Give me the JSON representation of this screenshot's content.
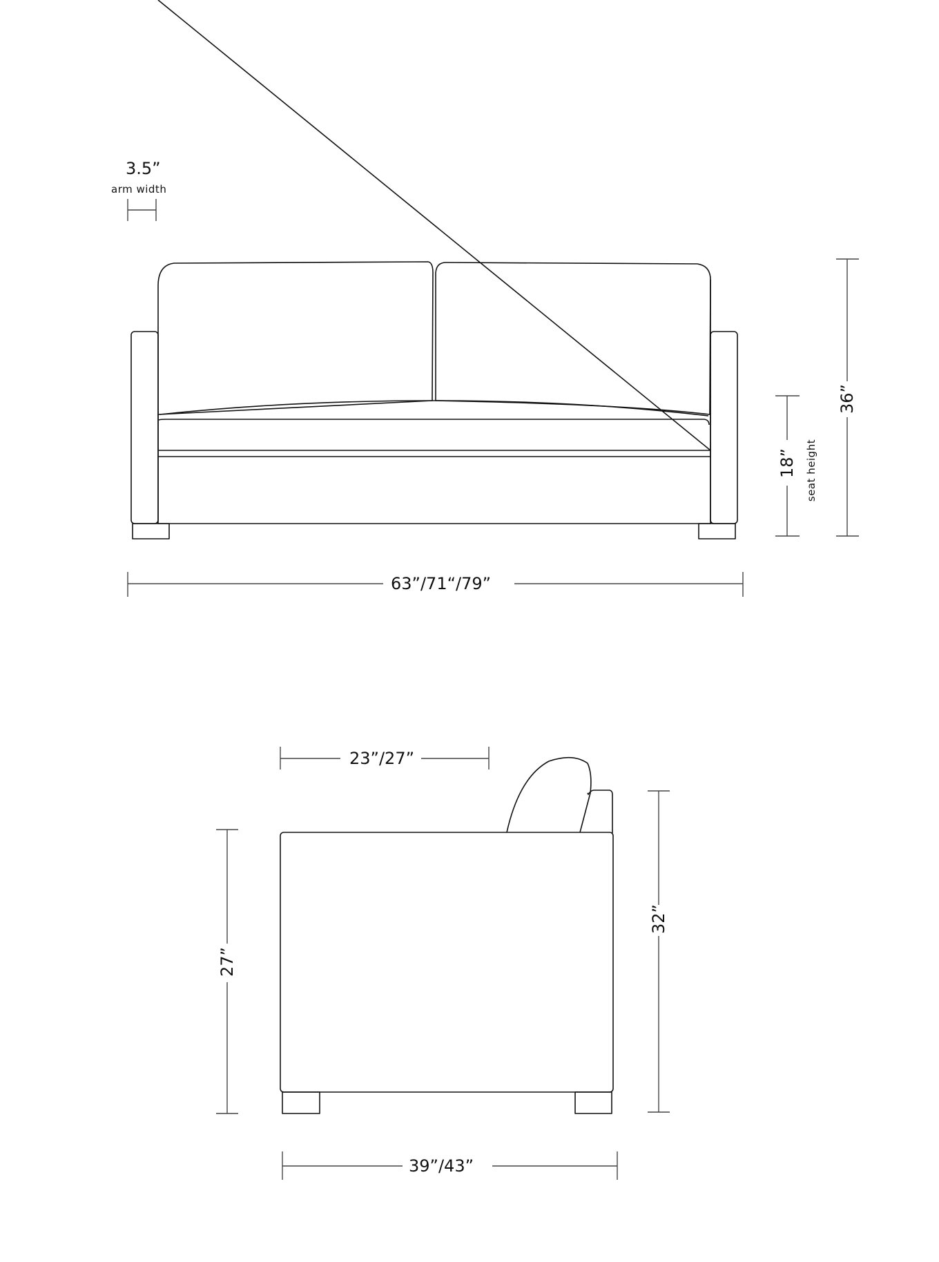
{
  "front_view": {
    "arm_width": {
      "value": "3.5”",
      "label": "arm width"
    },
    "overall_width": {
      "value": "63”/71“/79”"
    },
    "seat_height": {
      "value": "18”",
      "label": "seat height"
    },
    "overall_height": {
      "value": "36”"
    }
  },
  "side_view": {
    "seat_depth": {
      "value": "23”/27”"
    },
    "arm_height": {
      "value": "27”"
    },
    "back_height": {
      "value": "32”"
    },
    "overall_depth": {
      "value": "39”/43”"
    }
  },
  "colors": {
    "line": "#111111",
    "dim_line": "#444444",
    "background": "#ffffff"
  }
}
